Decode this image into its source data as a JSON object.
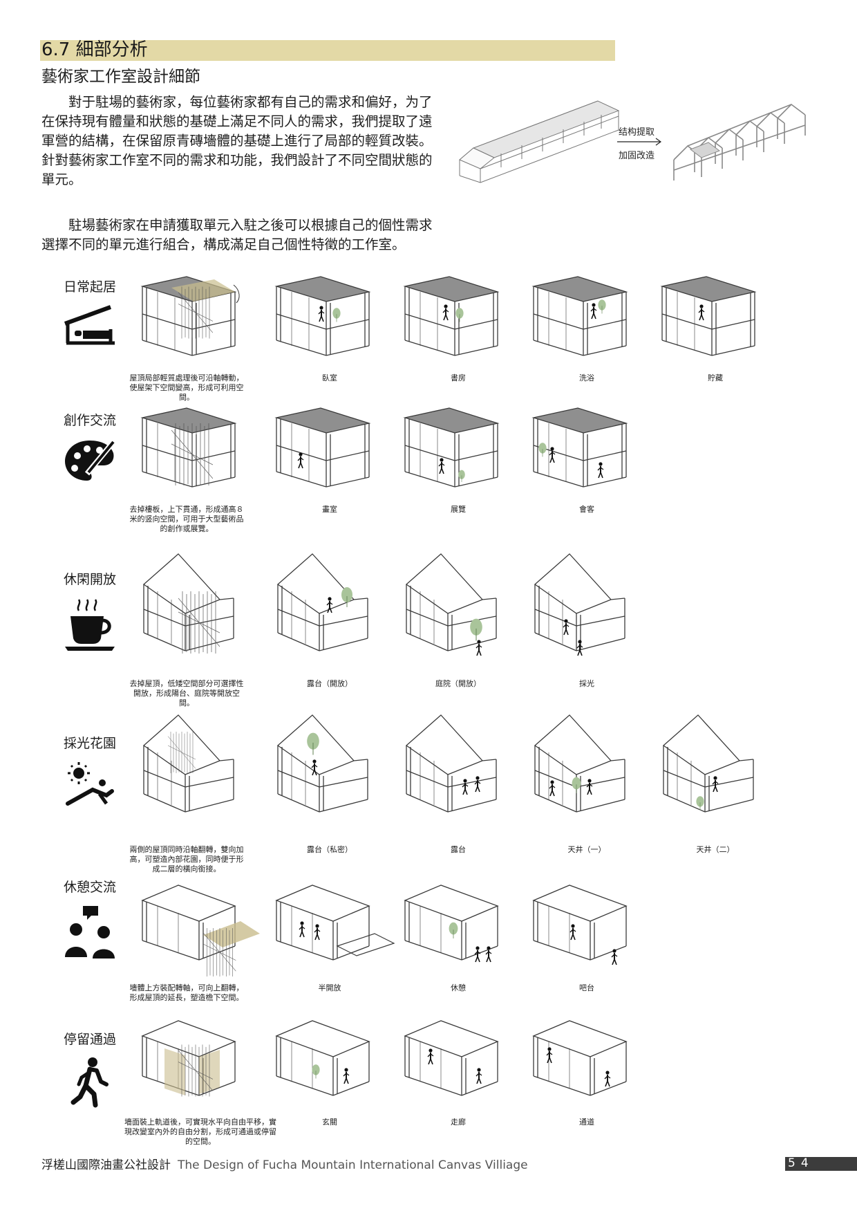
{
  "header": {
    "section_title": "6.7 細部分析",
    "subtitle": "藝術家工作室設計細節"
  },
  "intro": {
    "paragraph1": "對于駐場的藝術家，每位藝術家都有自己的需求和偏好，为了在保持現有體量和狀態的基礎上滿足不同人的需求，我們提取了遠軍營的結構，在保留原青磚墻體的基礎上進行了局部的輕質改裝。針對藝術家工作室不同的需求和功能，我們設計了不同空間狀態的單元。",
    "paragraph2": "駐場藝術家在申請獲取單元入駐之後可以根據自己的個性需求選擇不同的單元進行組合，構成滿足自己個性特徵的工作室。"
  },
  "hero": {
    "label_top": "结构提取",
    "label_bottom": "加固改造"
  },
  "categories": [
    {
      "title": "日常起居",
      "icon": "bed-shelter-icon",
      "description": "屋頂局部輕質處理後可沿軸轉動，使屋架下空間變高，形成可利用空間。",
      "variants": [
        "臥室",
        "書房",
        "洗浴",
        "貯藏"
      ]
    },
    {
      "title": "創作交流",
      "icon": "palette-brush-icon",
      "description": "去掉樓板，上下貫通，形成通高８米的竖向空間，可用于大型藝術品的創作或展覽。",
      "variants": [
        "畫室",
        "展覽",
        "會客"
      ]
    },
    {
      "title": "休閑開放",
      "icon": "coffee-cup-icon",
      "description": "去掉屋頂，低矮空間部分可選擇性開放，形成陽台、庭院等開放空間。",
      "variants": [
        "露台（開放）",
        "庭院（開放）",
        "採光"
      ]
    },
    {
      "title": "採光花園",
      "icon": "sun-lounger-icon",
      "description": "兩側的屋頂同時沿軸翻轉，雙向加高，可塑造內部花園，同時便于形成二層的橫向銜接。",
      "variants": [
        "露台（私密）",
        "露台",
        "天井（一）",
        "天井（二）"
      ]
    },
    {
      "title": "休憩交流",
      "icon": "people-chat-icon",
      "description": "墻體上方裝配轉軸，可向上翻轉，形成屋頂的延長，塑造檐下空間。",
      "variants": [
        "半開放",
        "休憩",
        "吧台"
      ]
    },
    {
      "title": "停留通過",
      "icon": "walking-person-icon",
      "description": "墻面裝上軌道後，可實現水平向自由平移，實現改變室內外的自由分割，形成可通過或停留的空間。",
      "variants": [
        "玄關",
        "走廊",
        "通道"
      ]
    }
  ],
  "footer": {
    "title_cn": "浮槎山國際油畫公社設計",
    "title_en": "The Design of Fucha Mountain International Canvas Villiage",
    "page": "54"
  },
  "colors": {
    "title_band": "#e3d9a6",
    "sketch_stroke": "#3a3a3a",
    "roof_fill": "#8f8f8f",
    "plant": "#a9c49a",
    "panel": "#c9bd8d",
    "page_box": "#3c3c3c"
  }
}
